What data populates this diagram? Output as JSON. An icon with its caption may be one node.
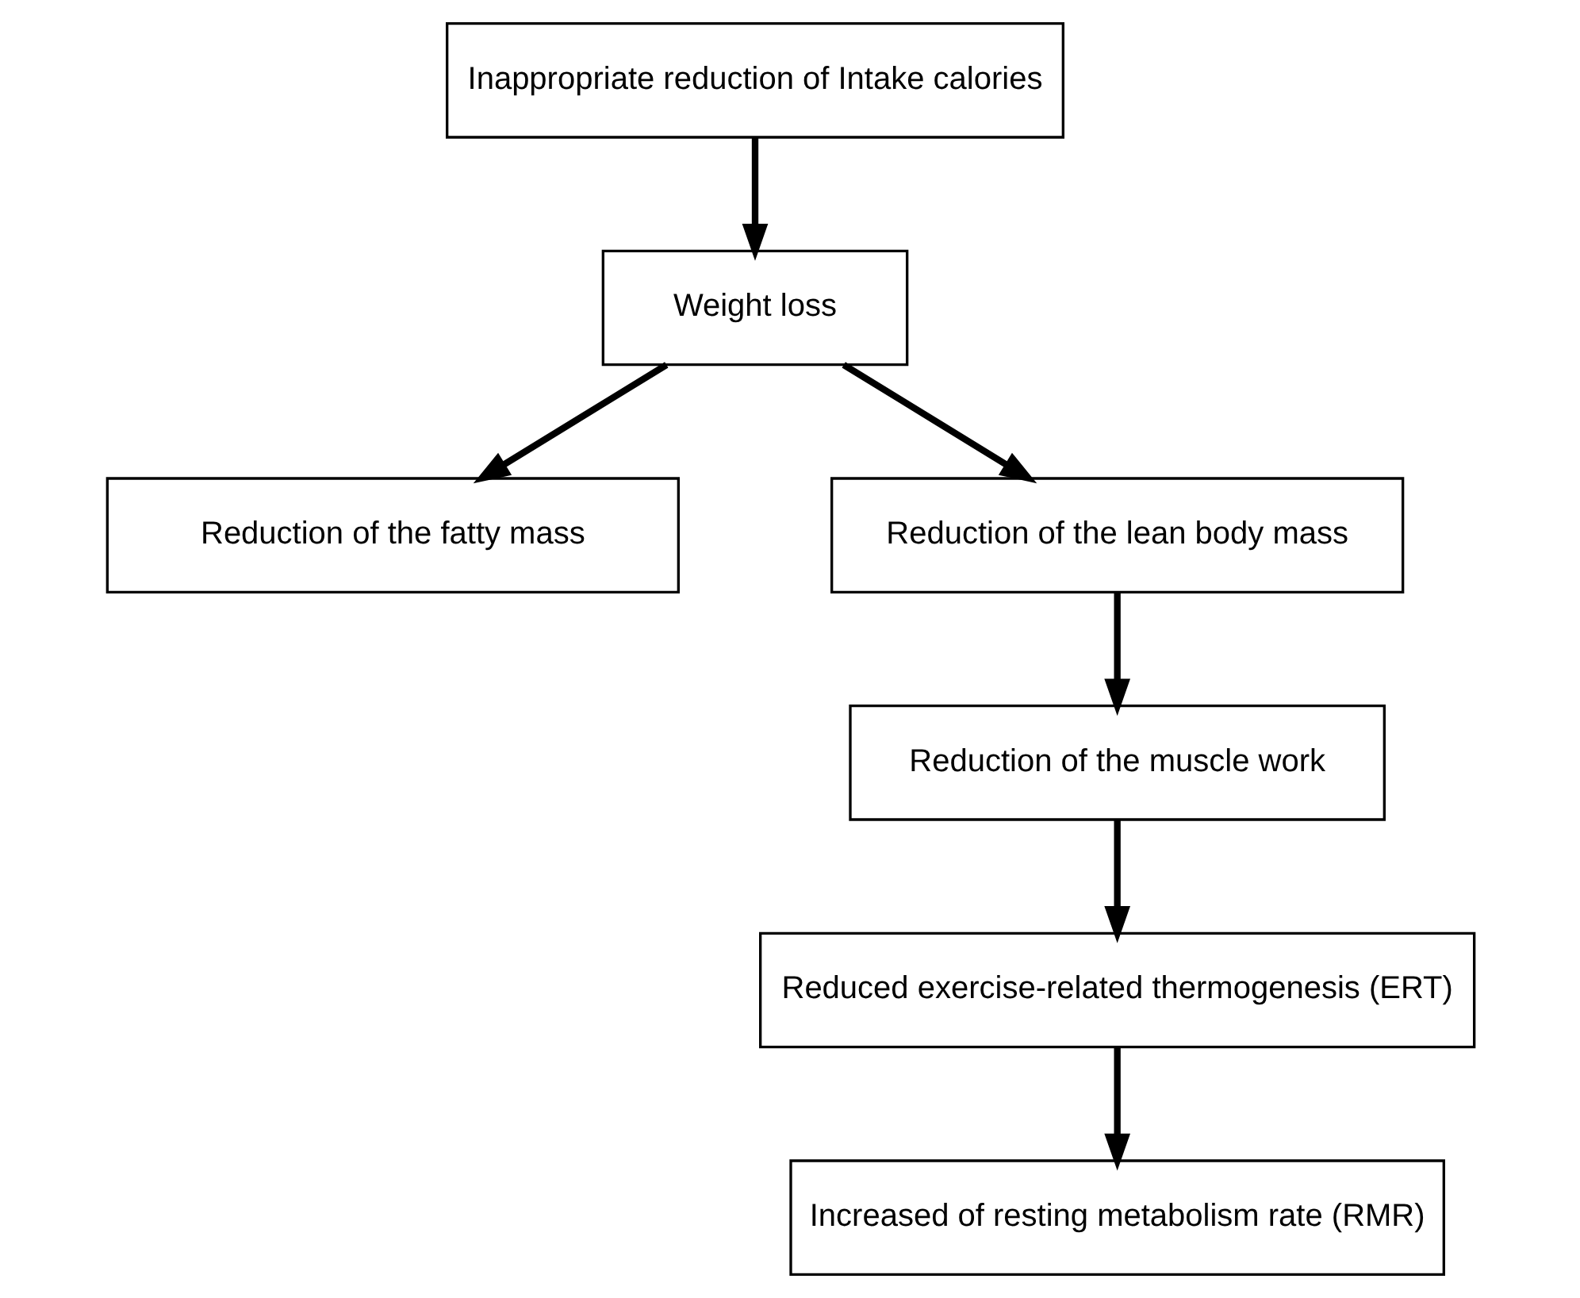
{
  "diagram": {
    "nodes": [
      {
        "text": [
          "Inappropriate reduction of Intake calories"
        ]
      },
      {
        "text": [
          "Weight loss"
        ]
      },
      {
        "text": [
          "Reduction of the fatty mass"
        ]
      },
      {
        "text": [
          "Reduction of the lean body mass"
        ]
      },
      {
        "text": [
          "Reduction of the muscle work"
        ]
      },
      {
        "text": [
          "Reduced exercise-related thermogenesis (ERT)"
        ]
      },
      {
        "text": [
          "Increased of resting metabolism rate (RMR)"
        ]
      }
    ],
    "edges": [
      {
        "from": 0,
        "to": 1,
        "arrow": "to"
      },
      {
        "from": 1,
        "to": 2,
        "arrow": "to"
      },
      {
        "from": 1,
        "to": 3,
        "arrow": "to"
      },
      {
        "from": 3,
        "to": 4,
        "arrow": "to"
      },
      {
        "from": 4,
        "to": 5,
        "arrow": "to"
      },
      {
        "from": 5,
        "to": 6,
        "arrow": "to"
      }
    ]
  }
}
